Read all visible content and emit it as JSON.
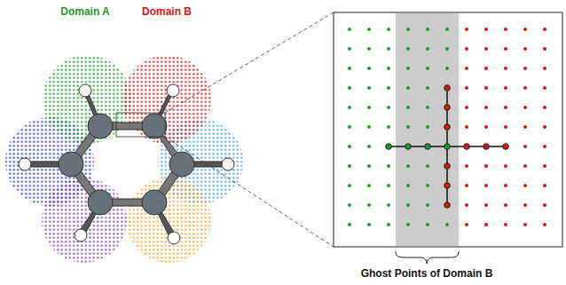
{
  "diagram": {
    "labels": [
      "Domain A",
      "Domain B",
      "Ghost Points of Domain B"
    ]
  }
}
